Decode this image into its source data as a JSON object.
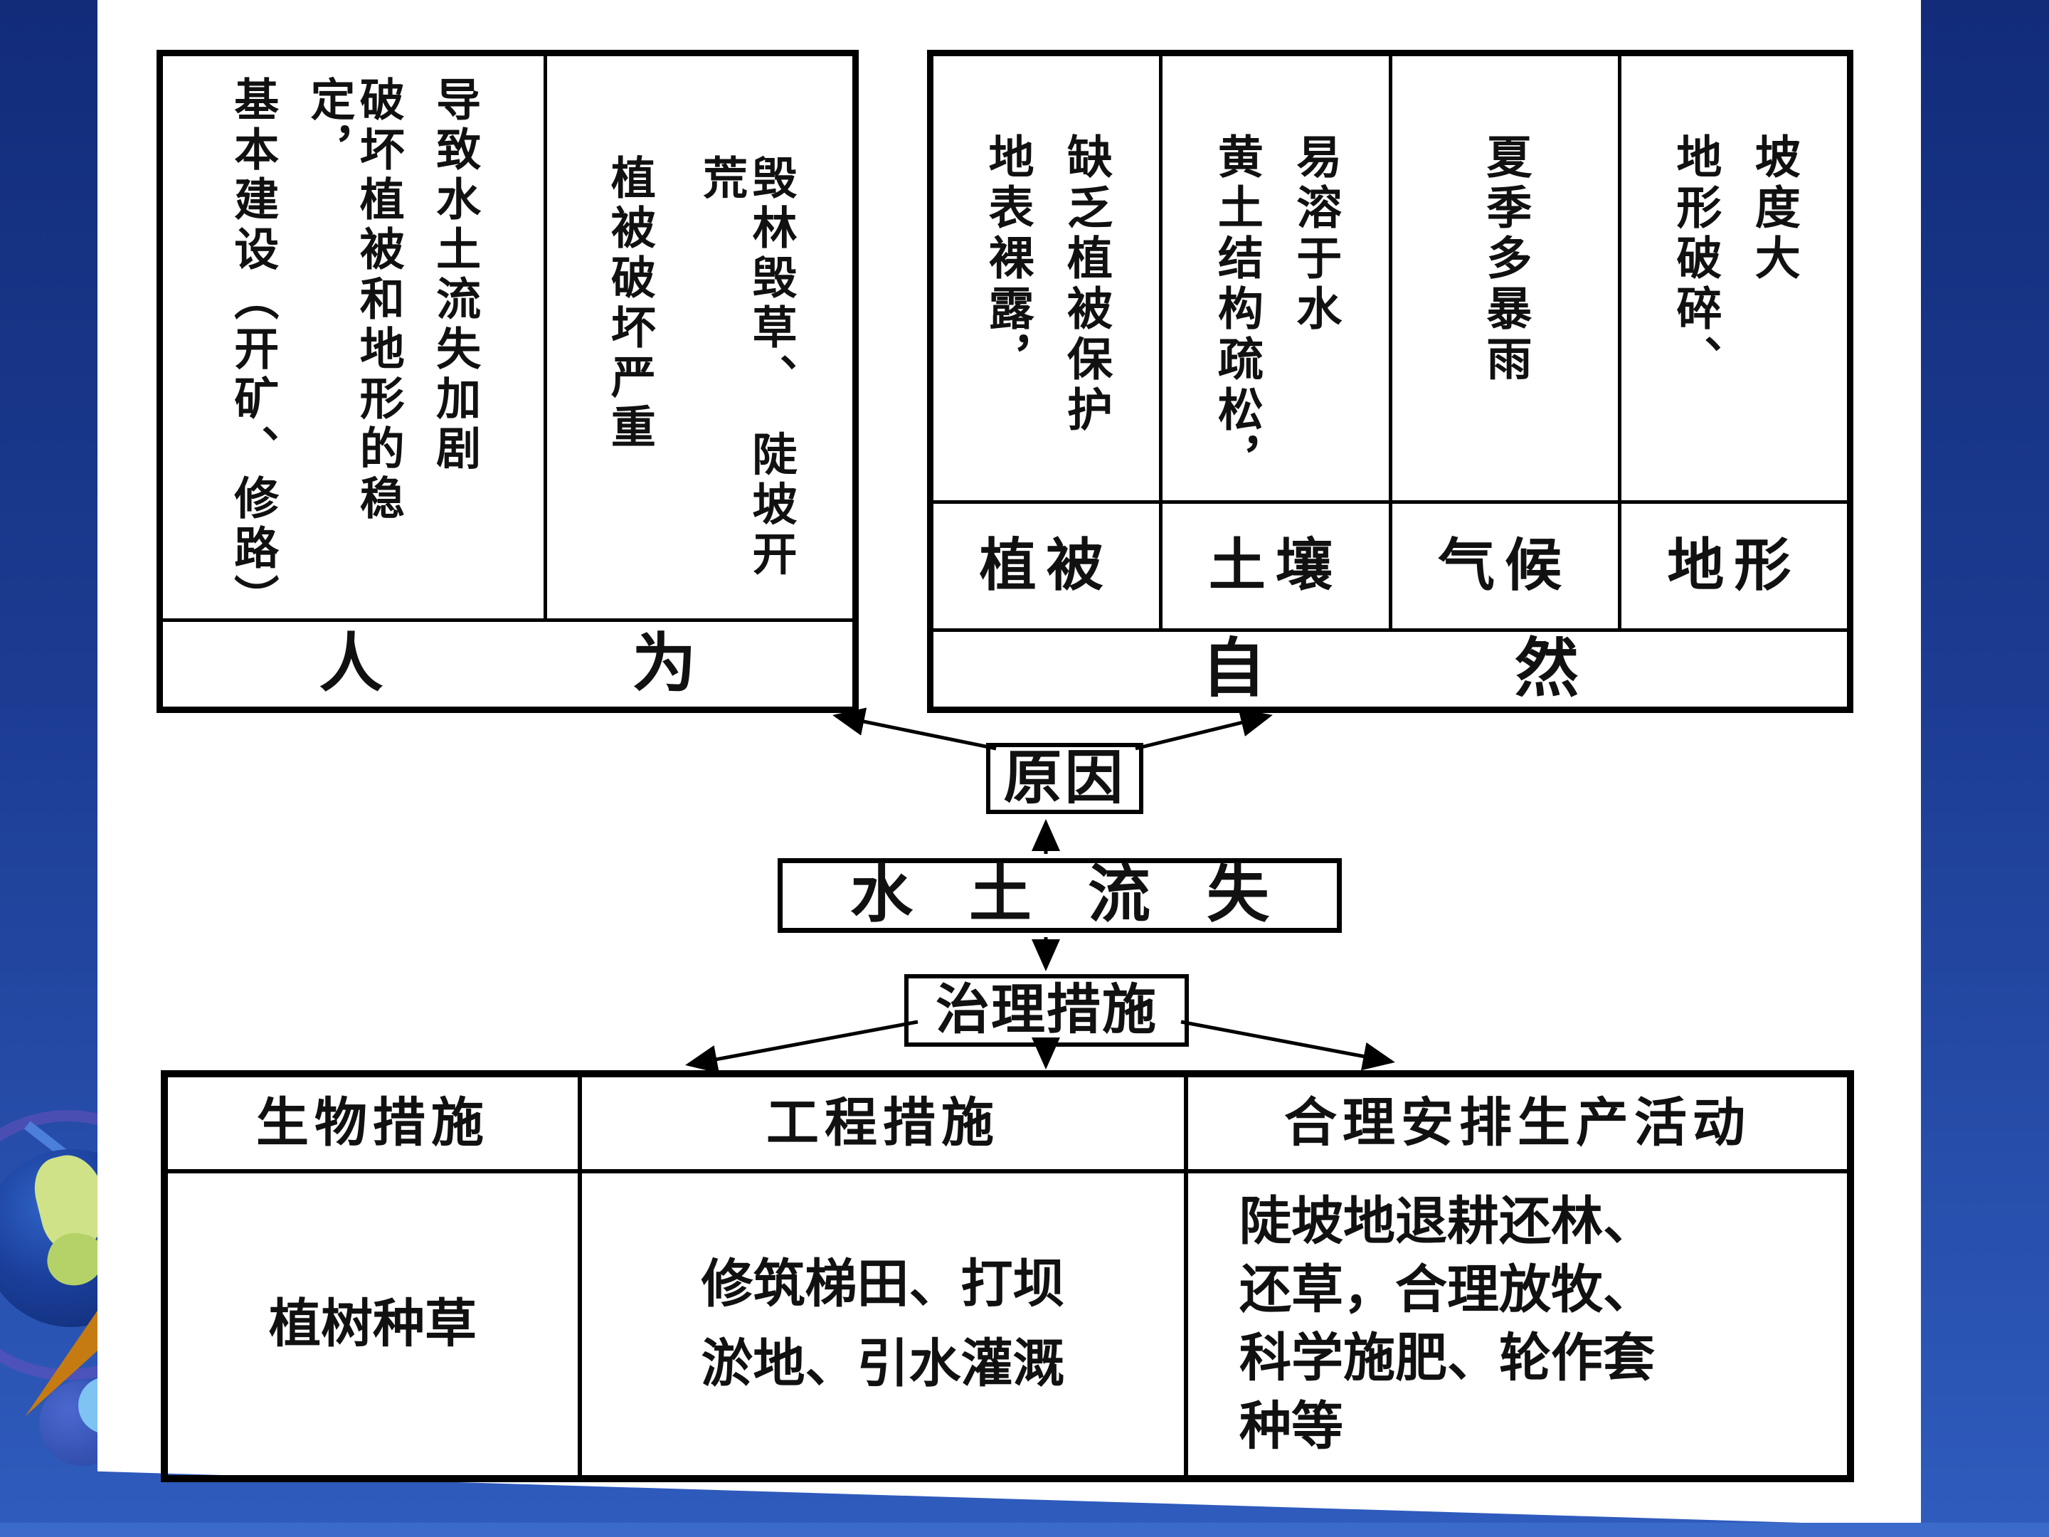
{
  "slide": {
    "colors": {
      "background_top": "#122c7a",
      "background_bottom": "#2f5cbe",
      "bottom_strip": "#3b6bca",
      "panel": "#ffffff",
      "ink": "#111111",
      "globe_land": "#cfe287",
      "globe_pointer": "#c67b12"
    }
  },
  "left_table": {
    "title": "human causes of soil erosion",
    "cause_cell": {
      "lines": [
        "基本建设（开矿、修路）",
        "破坏植被和地形的稳定，",
        "导致水土流失加剧"
      ]
    },
    "effect_cell": {
      "lines": [
        "植被破坏严重",
        "毁林毁草、　陡坡开荒"
      ]
    },
    "footer_chars": [
      "人",
      "为"
    ]
  },
  "right_table": {
    "title": "natural causes of soil erosion",
    "columns": [
      {
        "label": "植被",
        "lines": [
          "地表裸露，",
          "缺乏植被保护"
        ]
      },
      {
        "label": "土壤",
        "lines": [
          "黄土结构疏松，",
          "易溶于水"
        ]
      },
      {
        "label": "气候",
        "lines": [
          "夏季多暴雨"
        ]
      },
      {
        "label": "地形",
        "lines": [
          "地形破碎、",
          "坡度大"
        ]
      }
    ],
    "footer_chars": [
      "自",
      "然"
    ]
  },
  "flow": {
    "cause_box": "原因",
    "main_chars": [
      "水",
      "土",
      "流",
      "失"
    ],
    "measures_box": "治理措施"
  },
  "bottom_table": {
    "headers": [
      "生物措施",
      "工程措施",
      "合理安排生产活动"
    ],
    "cells": [
      {
        "lines": [
          "植树种草"
        ]
      },
      {
        "lines": [
          "修筑梯田、打坝",
          "淤地、引水灌溉"
        ]
      },
      {
        "lines": [
          "陡坡地退耕还林、",
          "还草，合理放牧、",
          "科学施肥、轮作套",
          "种等"
        ]
      }
    ]
  }
}
